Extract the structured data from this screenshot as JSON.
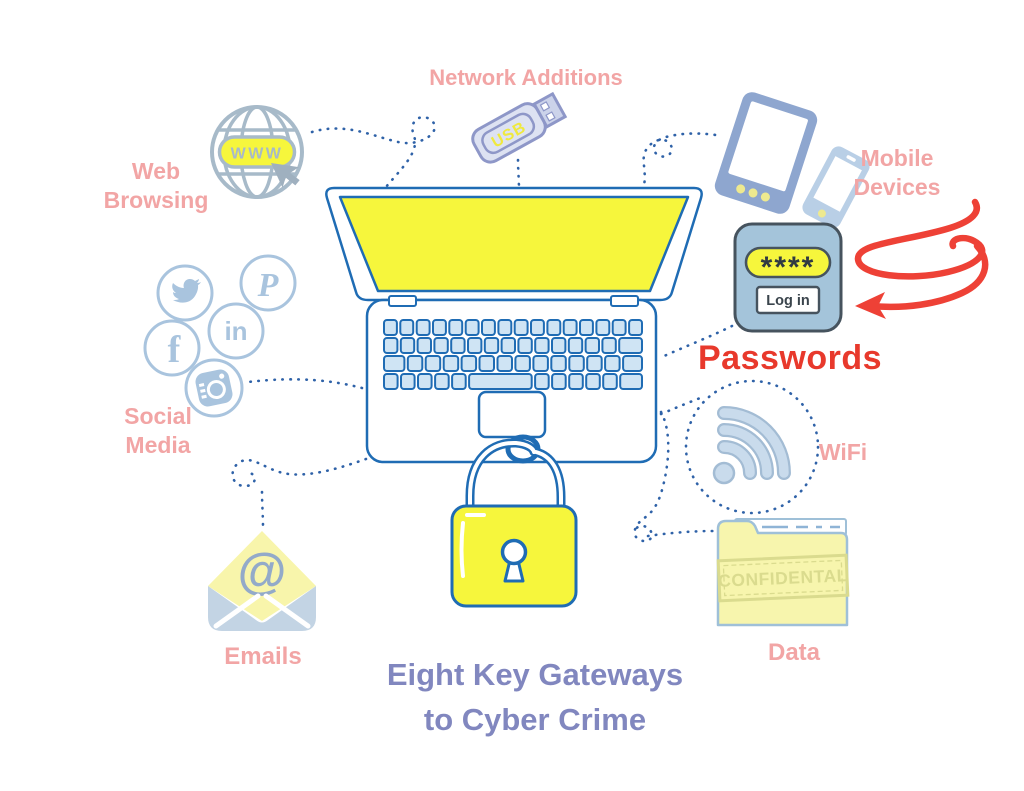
{
  "title": "Eight Key Gateways\nto Cyber Crime",
  "labels": {
    "network_additions": "Network Additions",
    "web_browsing": "Web\nBrowsing",
    "mobile_devices": "Mobile\nDevices",
    "passwords": "Passwords",
    "social_media": "Social\nMedia",
    "wifi": "WiFi",
    "emails": "Emails",
    "data": "Data"
  },
  "icons": {
    "globe_badge": "WWW",
    "usb_label": "USB",
    "email_symbol": "@",
    "folder_stamp": "CONFIDENTAL",
    "social_pinterest": "P",
    "social_linkedin": "in",
    "social_facebook": "f"
  },
  "password_panel": {
    "masked_value": "****",
    "button_label": "Log in"
  },
  "colors": {
    "label_pink": "#f2a5a5",
    "passwords_red": "#e8392c",
    "title_purple": "#8187bf",
    "outline_blue": "#1f6cb4",
    "accent_yellow": "#f6f63c",
    "pale_yellow": "#f7f5ad",
    "icon_light_blue": "#a9c4de",
    "globe_gray_blue": "#a7bac9",
    "device_blue": "#8ea6cf",
    "panel_blue": "#a4c4da",
    "dotted_blue": "#2f62a8",
    "swirl_red": "#ee4136"
  }
}
